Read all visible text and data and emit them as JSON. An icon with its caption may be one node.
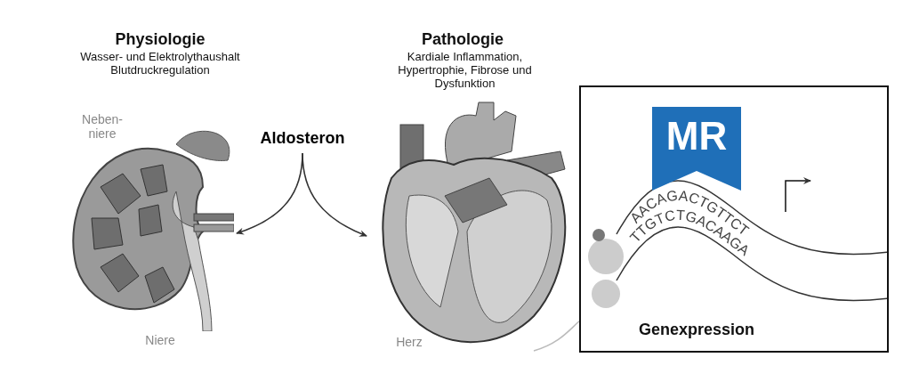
{
  "diagram": {
    "nodes": [
      {
        "text": [
          "Aldosteron"
        ]
      },
      {
        "text": [],
        "shape": "picture",
        "beside": [
          "Neben- niere",
          "Niere"
        ]
      },
      {
        "text": [],
        "shape": "picture",
        "beside": [
          "Herz"
        ]
      },
      {
        "text": [
          "Genexpression"
        ]
      },
      {
        "text": [
          "MR"
        ],
        "in": 3
      }
    ],
    "edges": [
      {
        "from": 0,
        "to": 1,
        "arrow": "to"
      },
      {
        "from": 0,
        "to": 2,
        "arrow": "to"
      },
      {
        "from": 2,
        "to": 3,
        "arrow": "none",
        "color": "#bbbbbb"
      }
    ],
    "labels": [
      "Physiologie",
      "Wasser- und Elektrolythaushalt Blutdruckregulation",
      "Pathologie",
      "Kardiale Inflammation, Hypertrophie, Fibrose und Dysfunktion",
      "AACAGACTGTTCT",
      "TTGTCTGACAAGA"
    ]
  }
}
